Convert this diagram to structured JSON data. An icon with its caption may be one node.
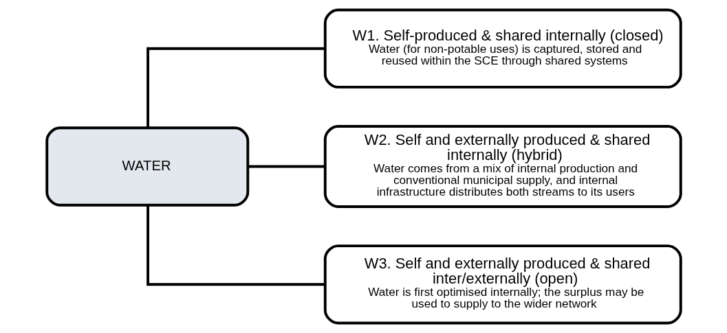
{
  "diagram": {
    "nodes": [
      {
        "text": [
          "WATER"
        ]
      },
      {
        "text": [
          "W1. Self-produced & shared internally (closed)",
          "Water (for non-potable uses) is captured, stored and reused within the SCE through shared systems"
        ]
      },
      {
        "text": [
          "W2. Self and externally produced & shared internally (hybrid)",
          "Water comes from a mix of internal production and conventional municipal supply, and internal infrastructure distributes both streams to its users"
        ]
      },
      {
        "text": [
          "W3. Self and externally produced & shared inter/externally (open)",
          "Water is first optimised internally; the surplus may be used to supply to the wider network"
        ]
      }
    ],
    "edges": [
      {
        "from": 0,
        "to": 1,
        "arrow": "none"
      },
      {
        "from": 0,
        "to": 2,
        "arrow": "none"
      },
      {
        "from": 0,
        "to": 3,
        "arrow": "none"
      }
    ]
  }
}
